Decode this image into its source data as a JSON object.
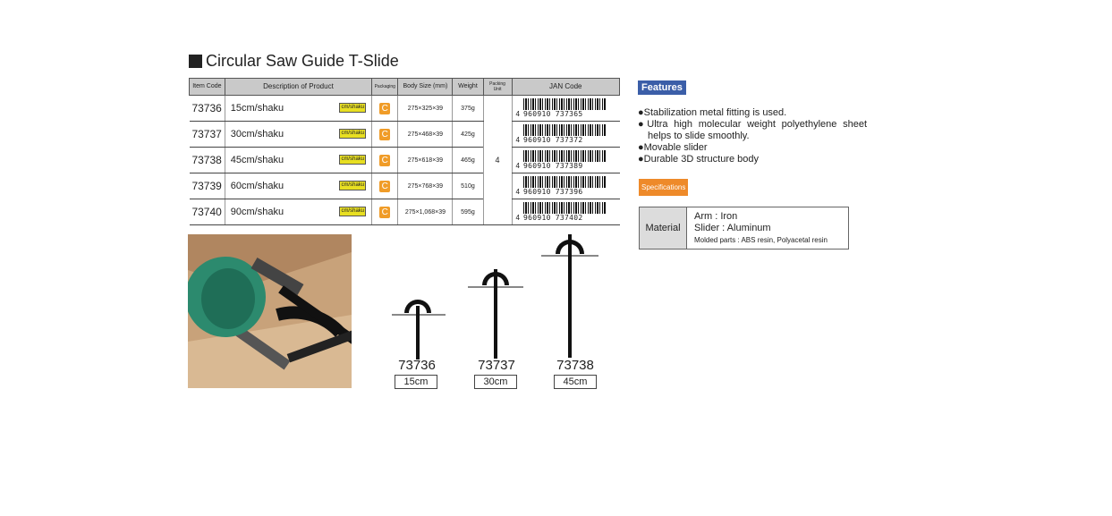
{
  "title": "Circular Saw Guide T-Slide",
  "table": {
    "headers": {
      "code": "Item Code",
      "desc": "Description of Product",
      "pack": "Packaging",
      "size": "Body Size (mm)",
      "weight": "Weight",
      "unit": "Packing Unit",
      "jan": "JAN Code"
    },
    "packing_unit": "4",
    "badge": "cm/shaku",
    "pkg_letter": "C",
    "rows": [
      {
        "code": "73736",
        "desc": "15cm/shaku",
        "size": "275×325×39",
        "weight": "375g",
        "jan_prefix": "4",
        "jan": "960910 737365"
      },
      {
        "code": "73737",
        "desc": "30cm/shaku",
        "size": "275×468×39",
        "weight": "425g",
        "jan_prefix": "4",
        "jan": "960910 737372"
      },
      {
        "code": "73738",
        "desc": "45cm/shaku",
        "size": "275×618×39",
        "weight": "465g",
        "jan_prefix": "4",
        "jan": "960910 737389"
      },
      {
        "code": "73739",
        "desc": "60cm/shaku",
        "size": "275×768×39",
        "weight": "510g",
        "jan_prefix": "4",
        "jan": "960910 737396"
      },
      {
        "code": "73740",
        "desc": "90cm/shaku",
        "size": "275×1,068×39",
        "weight": "595g",
        "jan_prefix": "4",
        "jan": "960910 737402"
      }
    ]
  },
  "models": [
    {
      "code": "73736",
      "size": "15cm"
    },
    {
      "code": "73737",
      "size": "30cm"
    },
    {
      "code": "73738",
      "size": "45cm"
    }
  ],
  "features_badge": "Features",
  "features": [
    "●Stabilization metal fitting is used.",
    "●Ultra high molecular weight polyethylene sheet helps to slide smoothly.",
    "●Movable slider",
    "●Durable 3D structure body"
  ],
  "spec_badge": "Specifications",
  "spec": {
    "label": "Material",
    "arm": "Arm : Iron",
    "slider": "Slider : Aluminum",
    "molded": "Molded parts : ABS resin, Polyacetal resin"
  },
  "colors": {
    "features_badge": "#3b5ea8",
    "spec_badge": "#ee8a2a",
    "pkg": "#f09c28",
    "cm_badge": "#e8df22"
  }
}
